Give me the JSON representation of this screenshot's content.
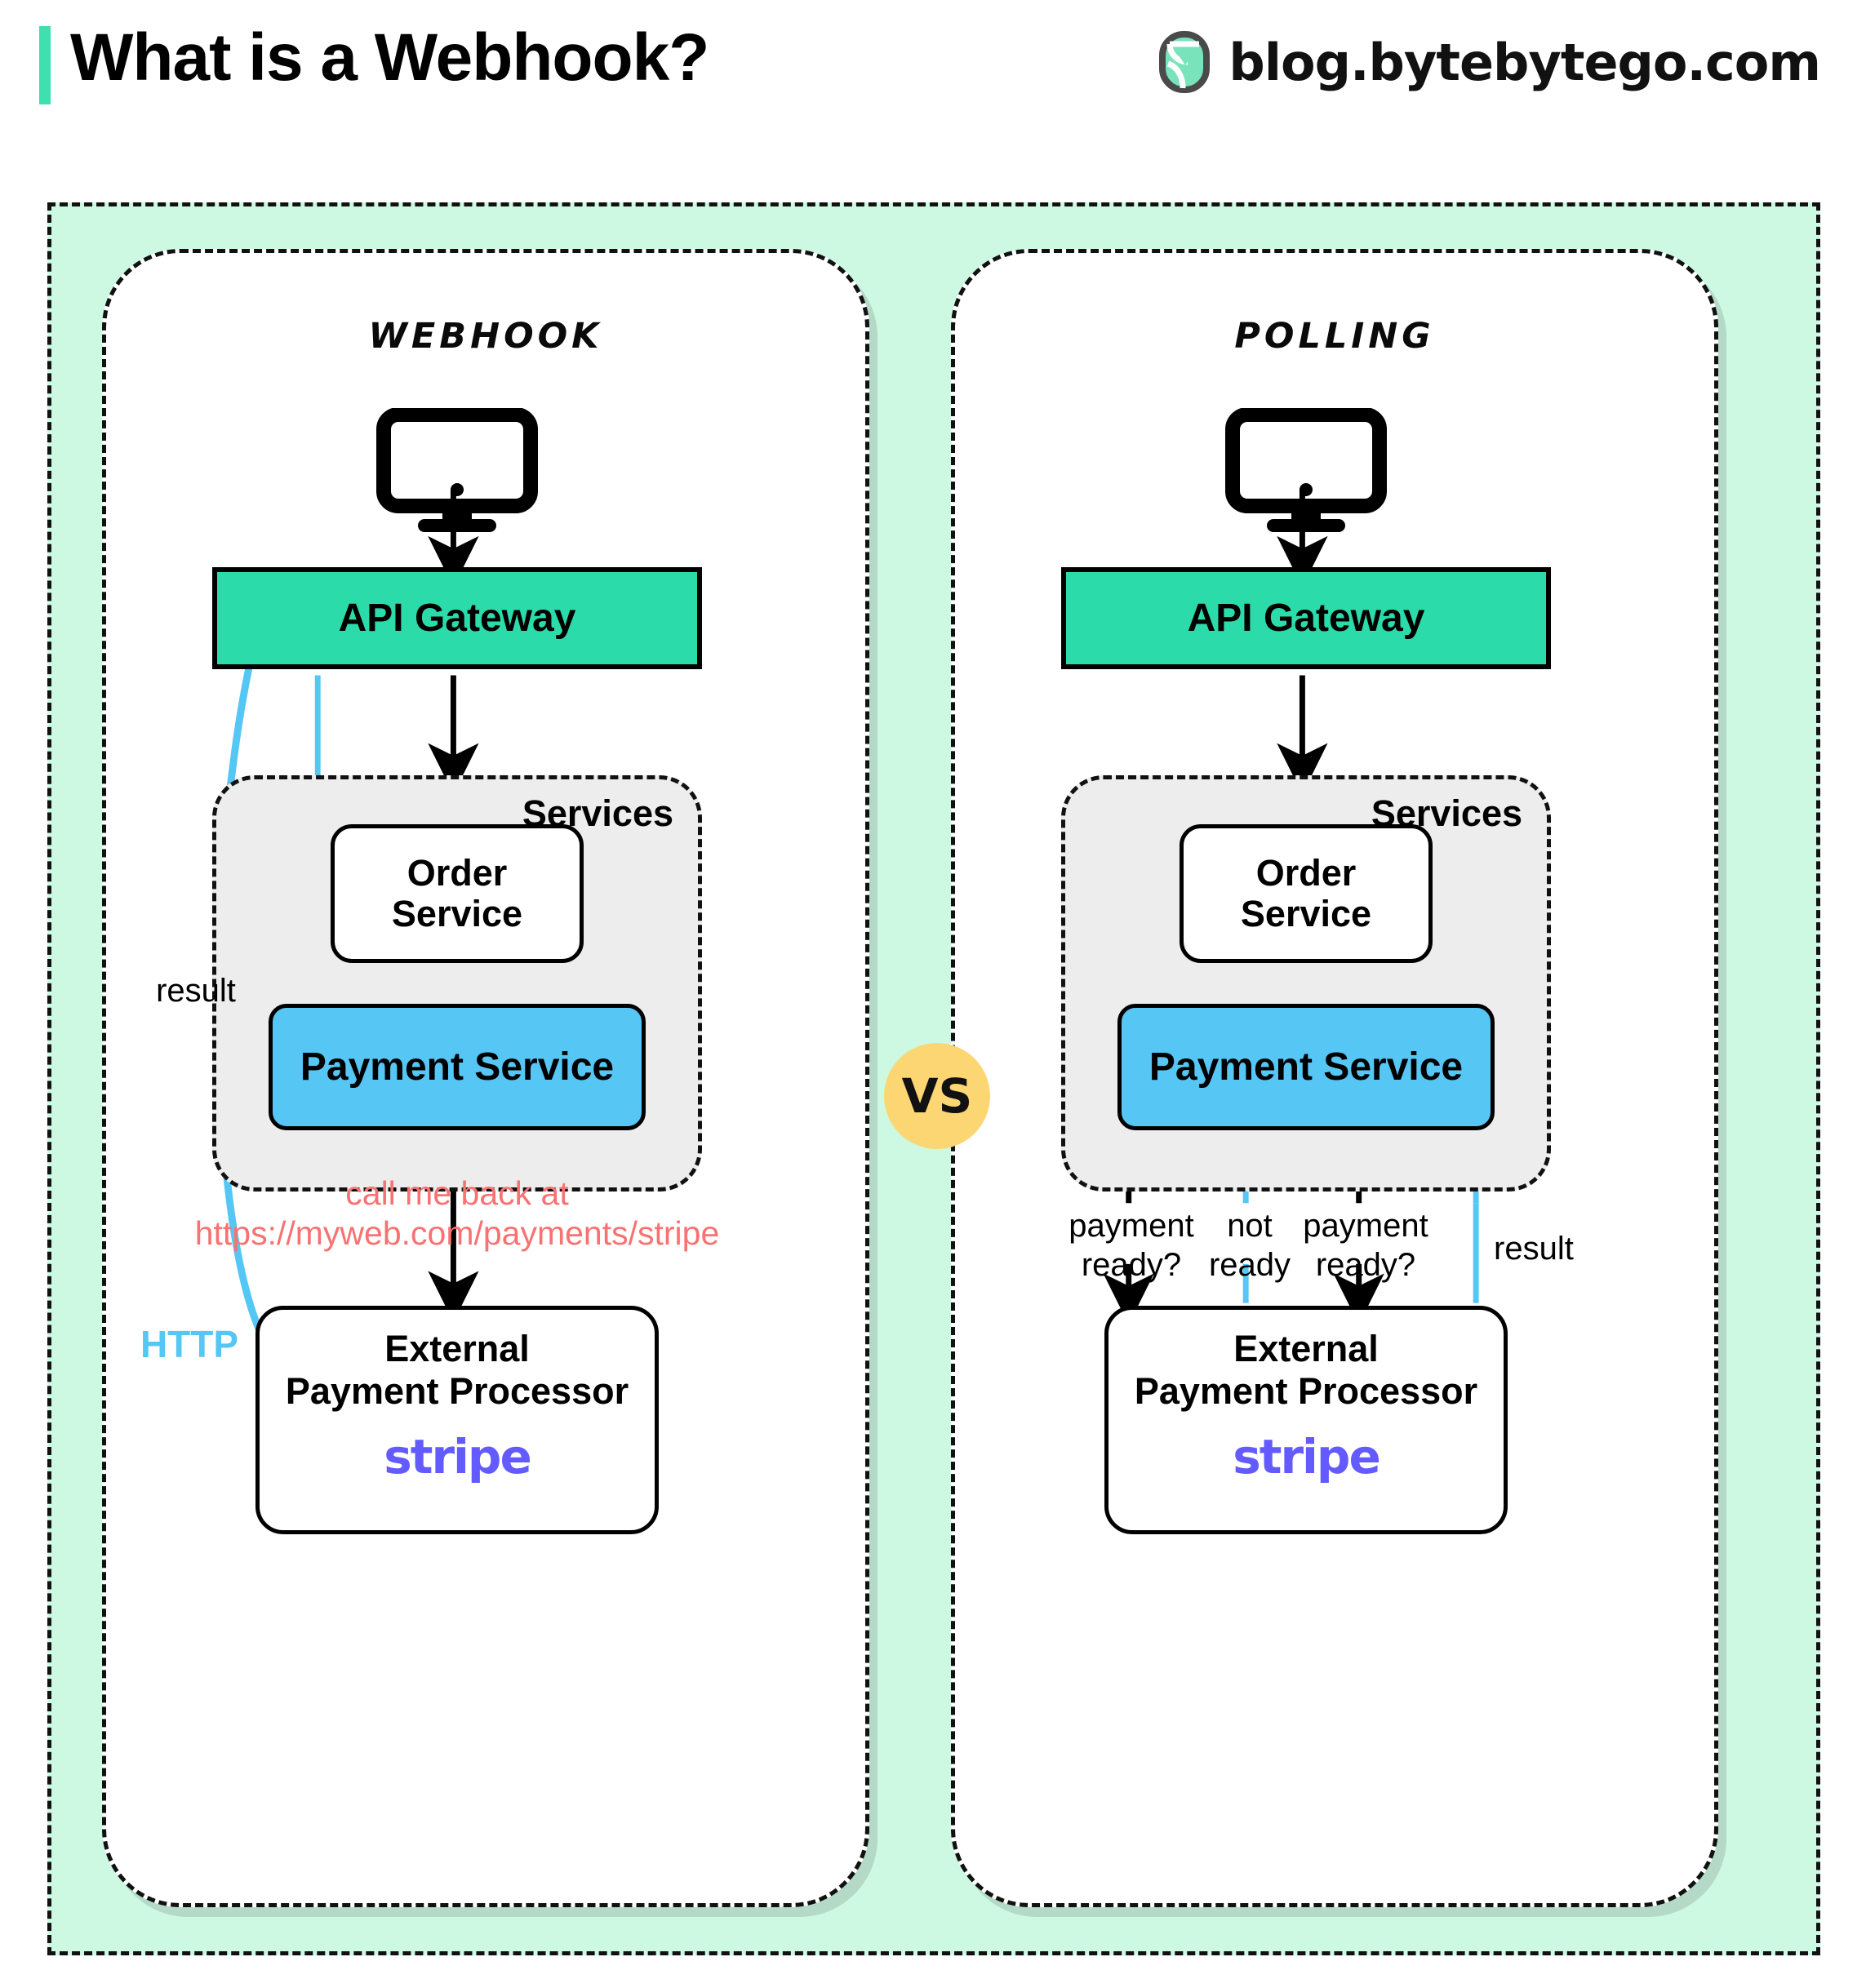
{
  "header": {
    "title": "What is a Webhook?",
    "brand": "blog.bytebytego.com",
    "accent_color": "#3FE0B0"
  },
  "vs_badge": {
    "label": "VS",
    "color": "#FCD673"
  },
  "colors": {
    "outer_background": "#CDF8E2",
    "gateway_fill": "#2BDCAA",
    "payment_fill": "#56C6F4",
    "services_fill": "#EDEDED",
    "callback_text": "#F87272",
    "http_blue": "#54C7F5",
    "clock_blue": "#1C9AE8",
    "stripe_purple": "#635BFF"
  },
  "panels": [
    {
      "id": "webhook",
      "title": "Webhook",
      "nodes": {
        "client": "client-monitor",
        "gateway": "API Gateway",
        "services_label": "Services",
        "order_service": "Order\nService",
        "order_line1": "Order",
        "order_line2": "Service",
        "payment_service": "Payment Service",
        "external_line1": "External",
        "external_line2": "Payment Processor",
        "external_logo": "stripe"
      },
      "edge_labels": {
        "result": "result",
        "http": "HTTP",
        "callback_line1": "call me back at",
        "callback_line2": "https://myweb.com/payments/stripe"
      },
      "icons": {
        "clock": "alarm-clock-icon"
      }
    },
    {
      "id": "polling",
      "title": "Polling",
      "nodes": {
        "client": "client-monitor",
        "gateway": "API Gateway",
        "services_label": "Services",
        "order_line1": "Order",
        "order_line2": "Service",
        "payment_service": "Payment Service",
        "external_line1": "External",
        "external_line2": "Payment Processor",
        "external_logo": "stripe"
      },
      "edge_labels": {
        "q1_line1": "payment",
        "q1_line2": "ready?",
        "a1_line1": "not",
        "a1_line2": "ready",
        "q2_line1": "payment",
        "q2_line2": "ready?",
        "result": "result"
      }
    }
  ]
}
